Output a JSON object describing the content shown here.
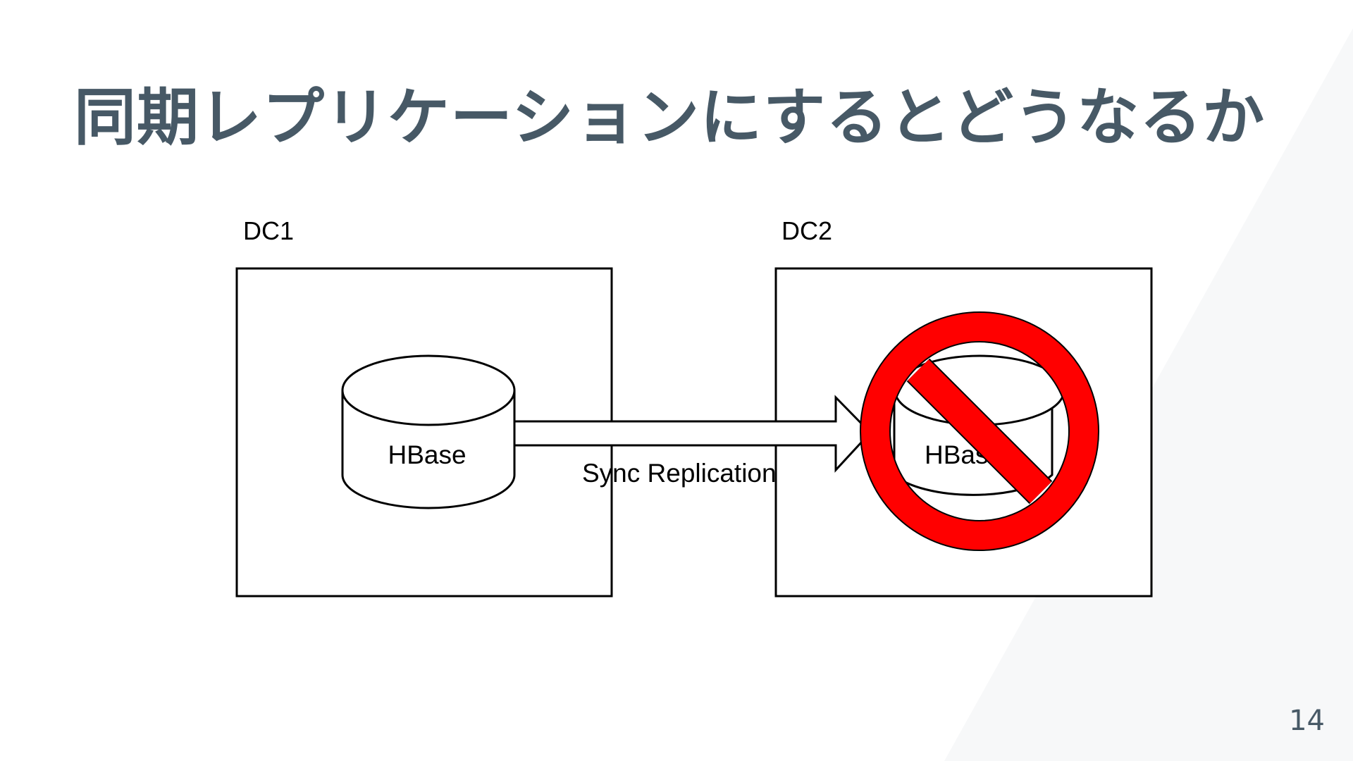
{
  "slide": {
    "title": "同期レプリケーションにするとどうなるか",
    "page_number": "14"
  },
  "diagram": {
    "datacenters": [
      {
        "label": "DC1",
        "node": "HBase"
      },
      {
        "label": "DC2",
        "node": "HBase"
      }
    ],
    "edge": {
      "label": "Sync Replication",
      "from": "DC1",
      "to": "DC2"
    },
    "blocked_icon": "prohibited-icon"
  },
  "colors": {
    "title": "#475966",
    "prohibited": "#ff0000",
    "stroke": "#000000",
    "background_wedge": "#f7f8f9"
  }
}
